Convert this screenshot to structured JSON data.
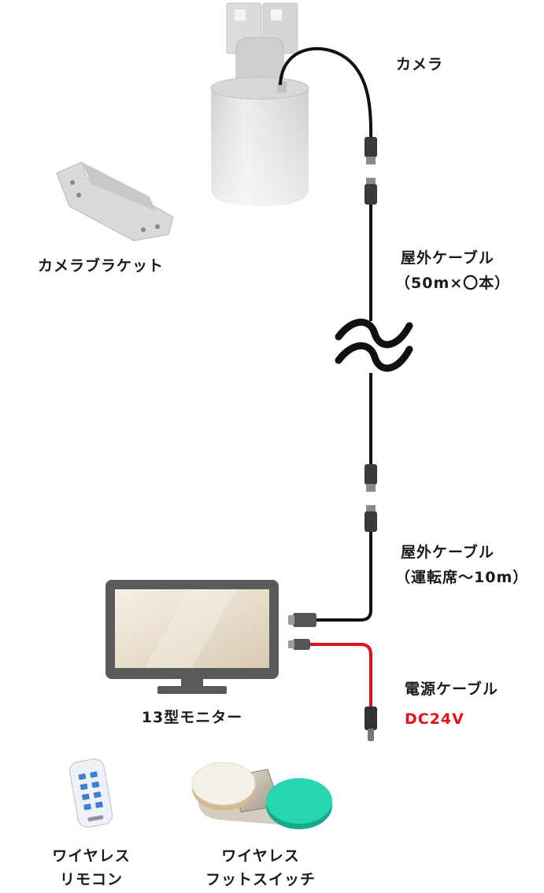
{
  "labels": {
    "camera": "カメラ",
    "camera_bracket": "カメラブラケット",
    "outdoor_cable_1": "屋外ケーブル",
    "outdoor_cable_1_spec": "（50m×〇本）",
    "outdoor_cable_2": "屋外ケーブル",
    "outdoor_cable_2_spec": "（運転席〜10m）",
    "power_cable": "電源ケーブル",
    "power_voltage": "DC24V",
    "monitor": "13型モニター",
    "wireless_remote_line1": "ワイヤレス",
    "wireless_remote_line2": "リモコン",
    "wireless_footswitch_line1": "ワイヤレス",
    "wireless_footswitch_line2": "フットスイッチ"
  },
  "colors": {
    "cable": "#111111",
    "power_cable": "#e0141e",
    "power_text": "#e0141e",
    "camera_body": "#e4e4e4",
    "monitor_frame": "#5a5a5a",
    "monitor_screen": "#ede4d4",
    "pad_white": "#f4f1e9",
    "pad_teal": "#26d6b0"
  },
  "icons": [
    "camera-icon",
    "bracket-icon",
    "break-symbol-icon",
    "monitor-icon",
    "remote-icon",
    "footswitch-icon"
  ]
}
